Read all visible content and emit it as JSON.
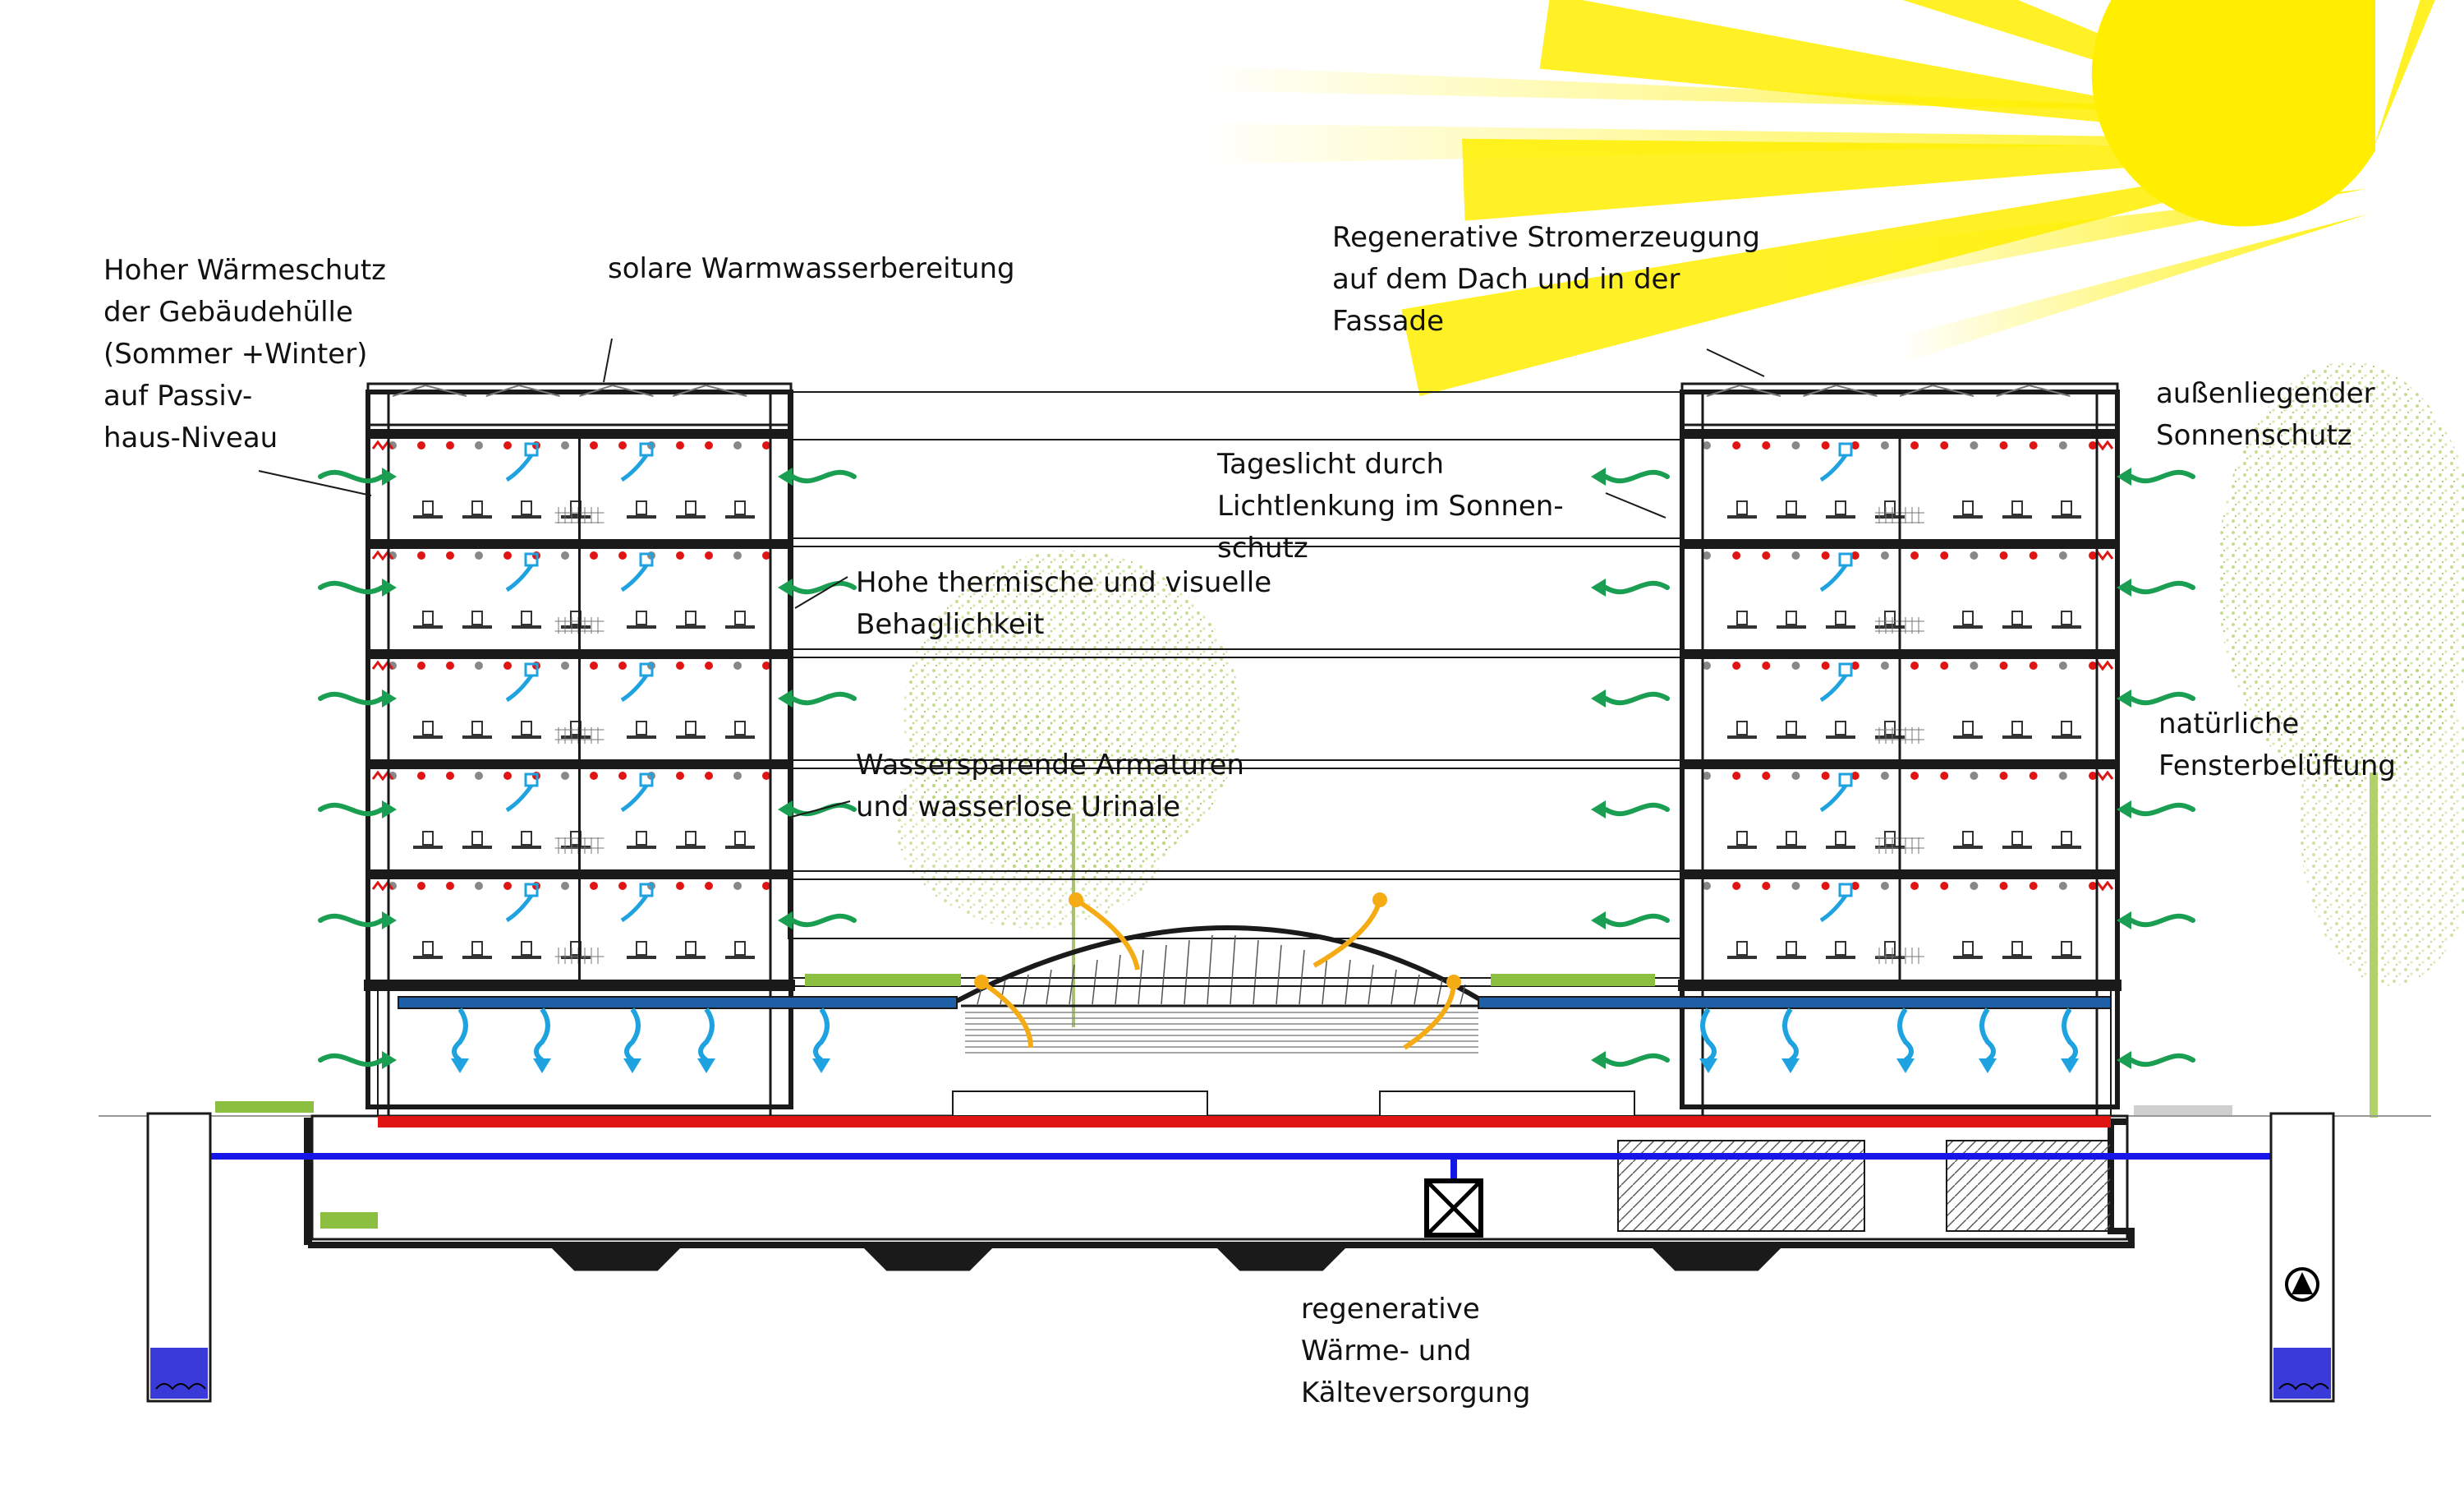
{
  "labels": {
    "insulation": "Hoher Wärmeschutz\nder Gebäudehülle\n(Sommer +Winter)\nauf Passiv-\nhaus-Niveau",
    "solar_water": "solare Warmwasserbereitung",
    "power": "Regenerative Stromerzeugung\nauf dem Dach und in der\nFassade",
    "shading": "außenliegender\nSonnenschutz",
    "daylight": "Tageslicht durch\nLichtlenkung im Sonnen-\nschutz",
    "comfort": "Hohe thermische und visuelle\nBehaglichkeit",
    "water_saving": "Wassersparende Armaturen\nund wasserlose Urinale",
    "ventilation": "natürliche\nFensterbelüftung",
    "geothermal": "regenerative\nWärme- und\nKälteversorgung"
  },
  "colors": {
    "sun": "#ffee00",
    "fresh_air": "#1a9e52",
    "cool_air": "#1fa2e0",
    "warm_air": "#f5ac14",
    "heating_pipe": "#e11414",
    "water_pipe": "#1616e8",
    "chilled_ceiling": "#1f5fa8",
    "structure": "#1a1a1a",
    "greenery": "#8cbf3f",
    "groundwater": "#3a3ad8"
  },
  "icons": [
    "sun-icon",
    "air-arrow-icon",
    "tree-icon",
    "pump-icon",
    "heat-exchanger-icon"
  ]
}
